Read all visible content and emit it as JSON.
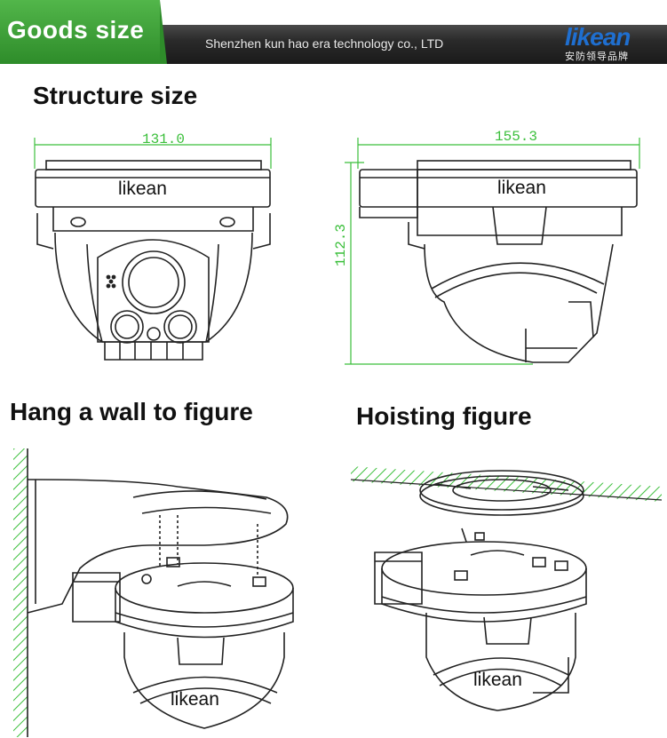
{
  "header": {
    "title": "Goods size",
    "company": "Shenzhen kun hao era technology co., LTD",
    "brand": "likean",
    "brand_sub": "安防领导品牌"
  },
  "sections": {
    "structure": "Structure size",
    "wall": "Hang a wall to figure",
    "hoisting": "Hoisting figure"
  },
  "camera_label": "likean",
  "dimensions": {
    "front_width": "131.0",
    "side_width": "155.3",
    "side_height": "112.3"
  },
  "colors": {
    "header_green": "#3aa83a",
    "header_dark": "#2a2a2a",
    "brand_blue": "#1f6fd0",
    "dimension_green": "#3bbf3b",
    "line": "#222222"
  }
}
